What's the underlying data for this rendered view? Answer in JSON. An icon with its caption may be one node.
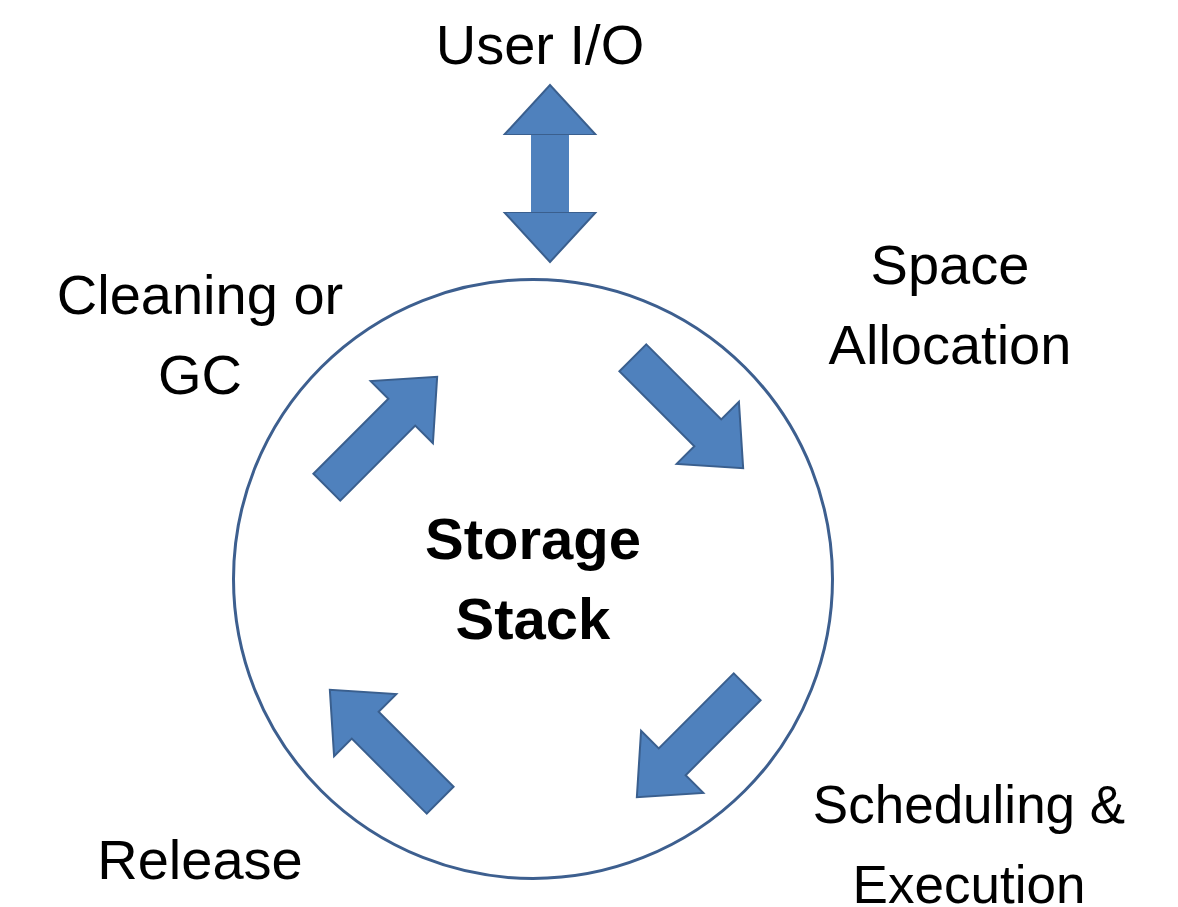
{
  "diagram": {
    "nodes": [
      {
        "text": [
          "Storage Stack"
        ]
      },
      {
        "text": [
          "User I/O"
        ]
      },
      {
        "text": [
          "Space Allocation"
        ]
      },
      {
        "text": [
          "Scheduling & Execution"
        ]
      },
      {
        "text": [
          "Release"
        ]
      },
      {
        "text": [
          "Cleaning or GC"
        ]
      }
    ],
    "edges": [
      {
        "from": 1,
        "to": 0,
        "arrow": "both"
      }
    ]
  }
}
